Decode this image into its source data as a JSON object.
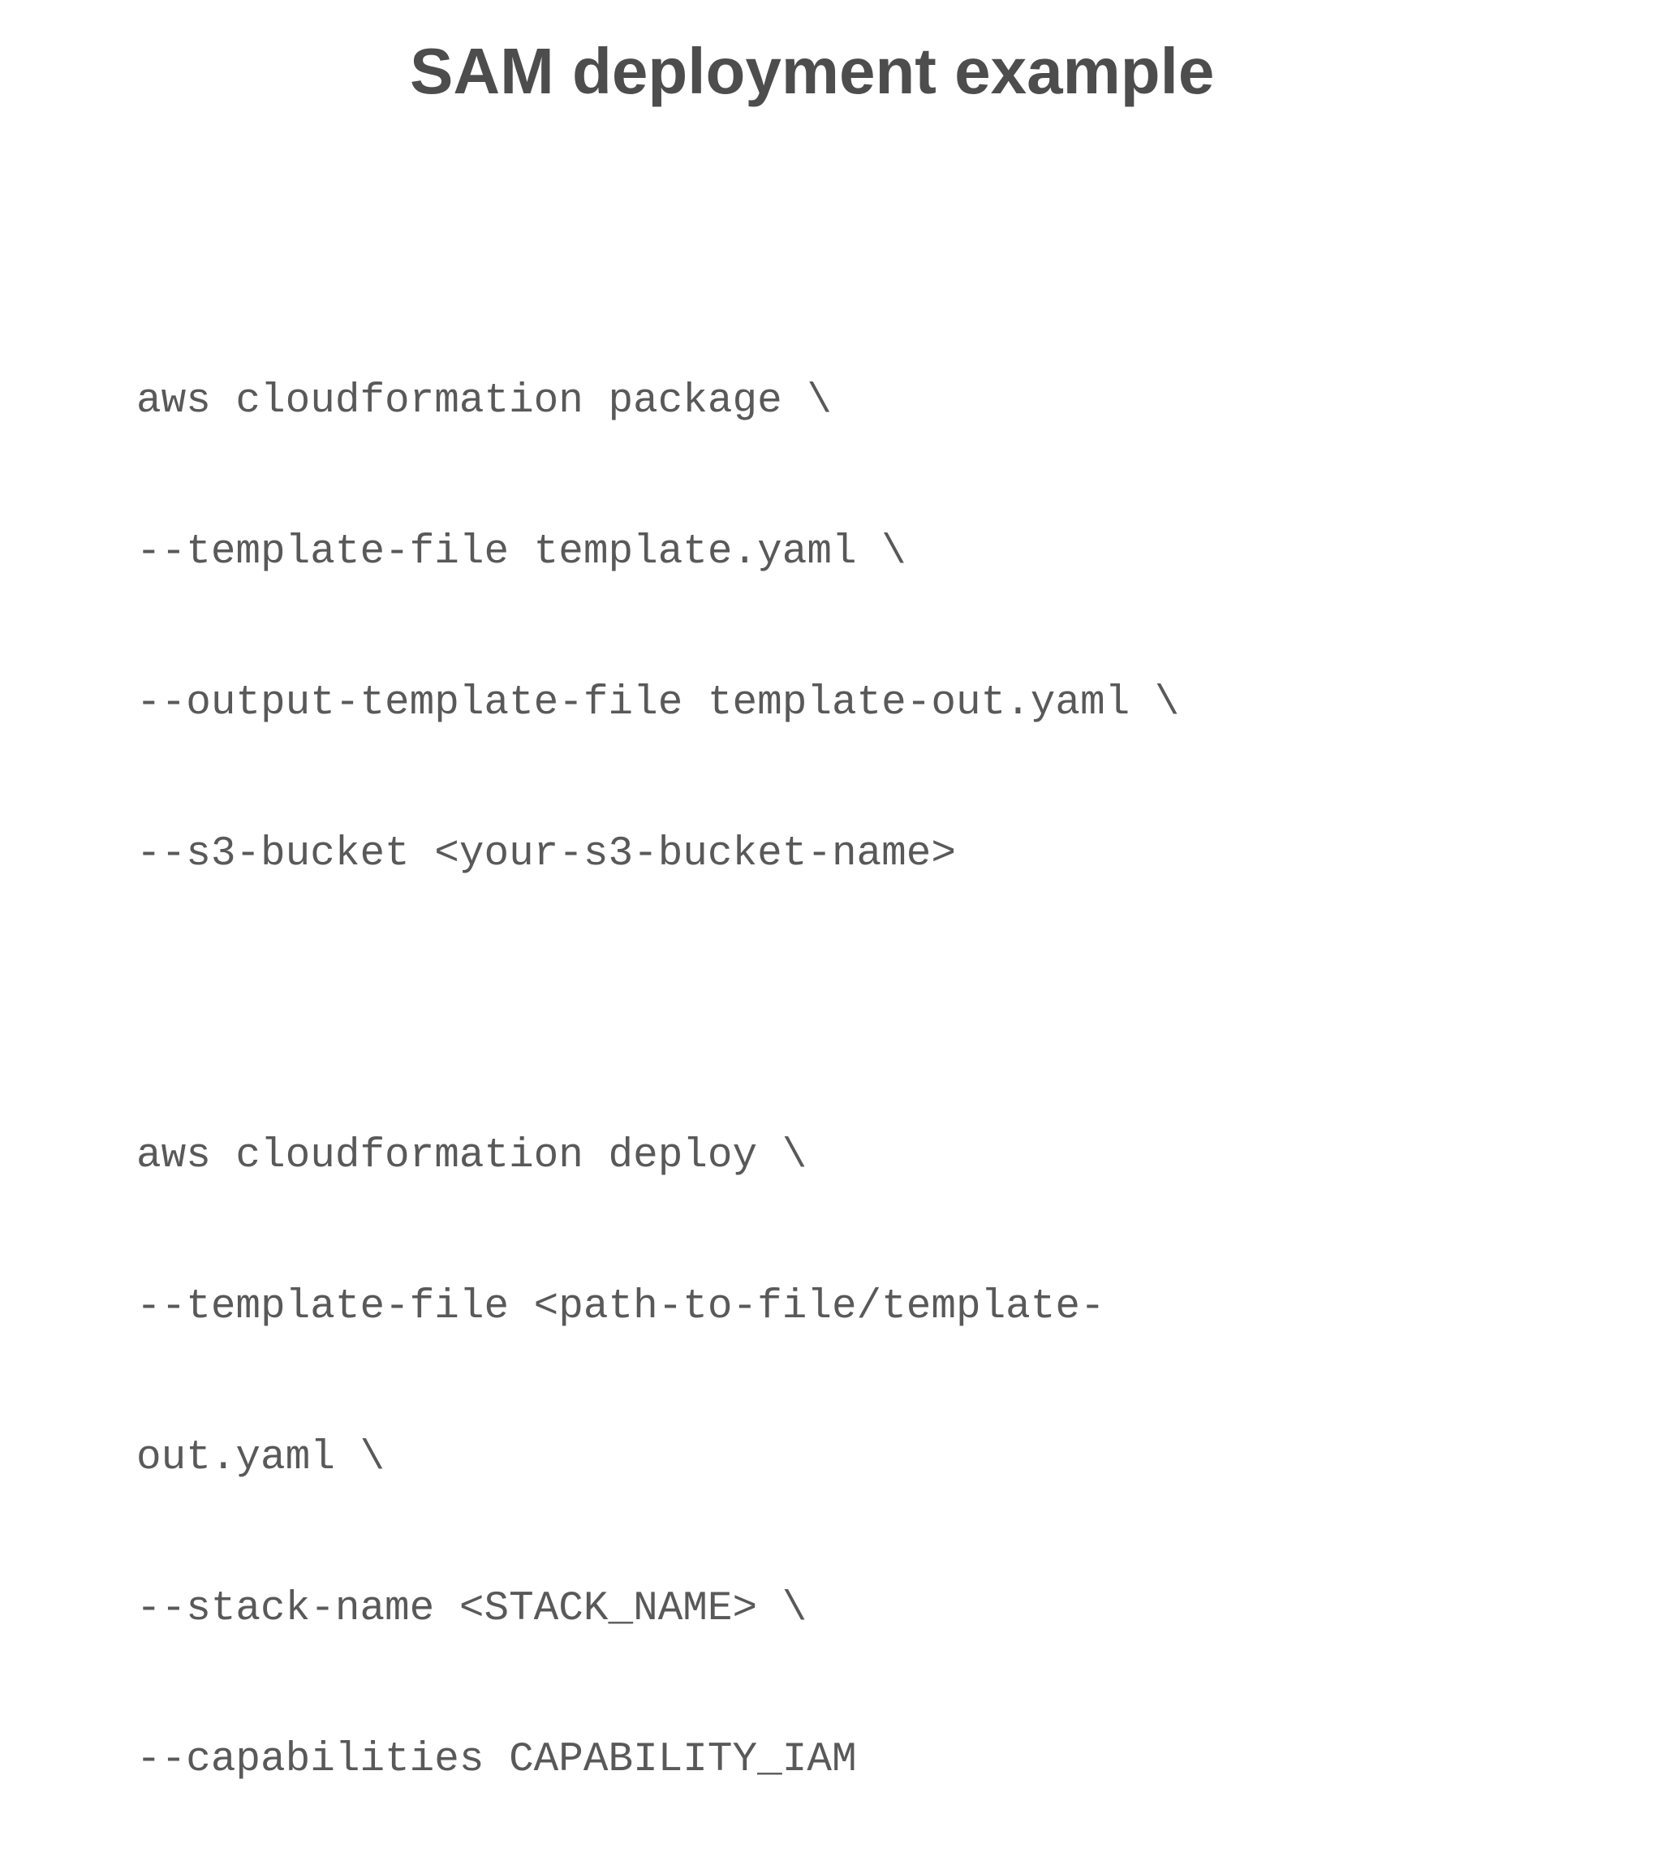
{
  "slide": {
    "title": "SAM deployment example",
    "code_lines": [
      "aws cloudformation package \\",
      "--template-file template.yaml \\",
      "--output-template-file template-out.yaml \\",
      "--s3-bucket <your-s3-bucket-name>",
      "",
      "aws cloudformation deploy \\",
      "--template-file <path-to-file/template-",
      "out.yaml \\",
      "--stack-name <STACK_NAME> \\",
      "--capabilities CAPABILITY_IAM"
    ]
  },
  "colors": {
    "title": "#4d4d4d",
    "code": "#595959",
    "background": "#ffffff"
  }
}
